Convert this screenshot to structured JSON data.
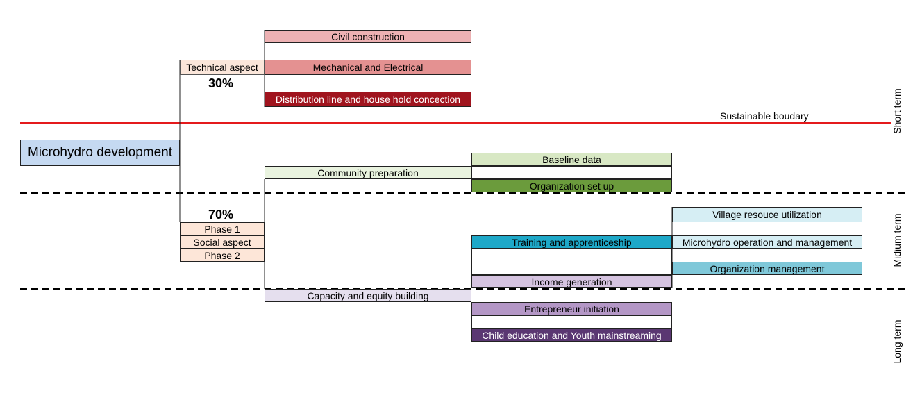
{
  "diagram": {
    "root": "Microhydro development",
    "technical": {
      "label": "Technical aspect",
      "percent": "30%",
      "items": [
        "Civil construction",
        "Mechanical and Electrical",
        "Distribution line and house hold concection"
      ]
    },
    "social": {
      "percent": "70%",
      "phase1": "Phase 1",
      "label": "Social aspect",
      "phase2": "Phase 2",
      "community_preparation": "Community preparation",
      "baseline_data": "Baseline data",
      "organization_setup": "Organization set up",
      "training": "Training and apprenticeship",
      "village_resource": "Village resouce utilization",
      "operation_management": "Microhydro operation and management",
      "organization_management": "Organization management",
      "income_generation": "Income generation",
      "capacity_equity": "Capacity and equity building",
      "entrepreneur": "Entrepreneur initiation",
      "child_education": "Child education and Youth mainstreaming"
    },
    "boundary_label": "Sustainable boudary",
    "terms": {
      "short": "Short term",
      "medium": "Midium term",
      "long": "Long term"
    },
    "colors": {
      "boundary": "#e41a1c",
      "root": "#c5d9f1",
      "technical_dark": "#a0141e",
      "organization": "#6b9b3c",
      "training": "#1ea8c8",
      "child_education": "#5a3772"
    }
  }
}
